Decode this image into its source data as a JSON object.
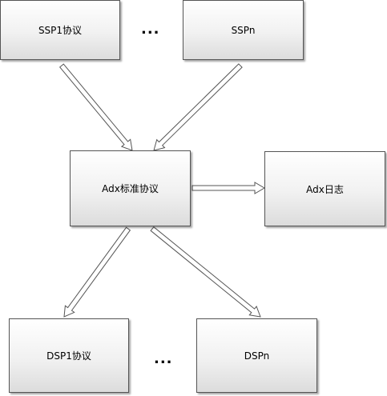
{
  "diagram": {
    "nodes": {
      "ssp1": "SSP1协议",
      "sspn": "SSPn",
      "adx": "Adx标准协议",
      "adx_log": "Adx日志",
      "dsp1": "DSP1协议",
      "dspn": "DSPn"
    },
    "ellipsis_top": "...",
    "ellipsis_bottom": "...",
    "edges": [
      {
        "from": "ssp1",
        "to": "adx"
      },
      {
        "from": "sspn",
        "to": "adx"
      },
      {
        "from": "adx",
        "to": "adx_log"
      },
      {
        "from": "adx",
        "to": "dsp1"
      },
      {
        "from": "adx",
        "to": "dspn"
      }
    ],
    "colors": {
      "border": "#555555",
      "arrow_fill": "#ffffff",
      "arrow_stroke": "#555555"
    }
  }
}
